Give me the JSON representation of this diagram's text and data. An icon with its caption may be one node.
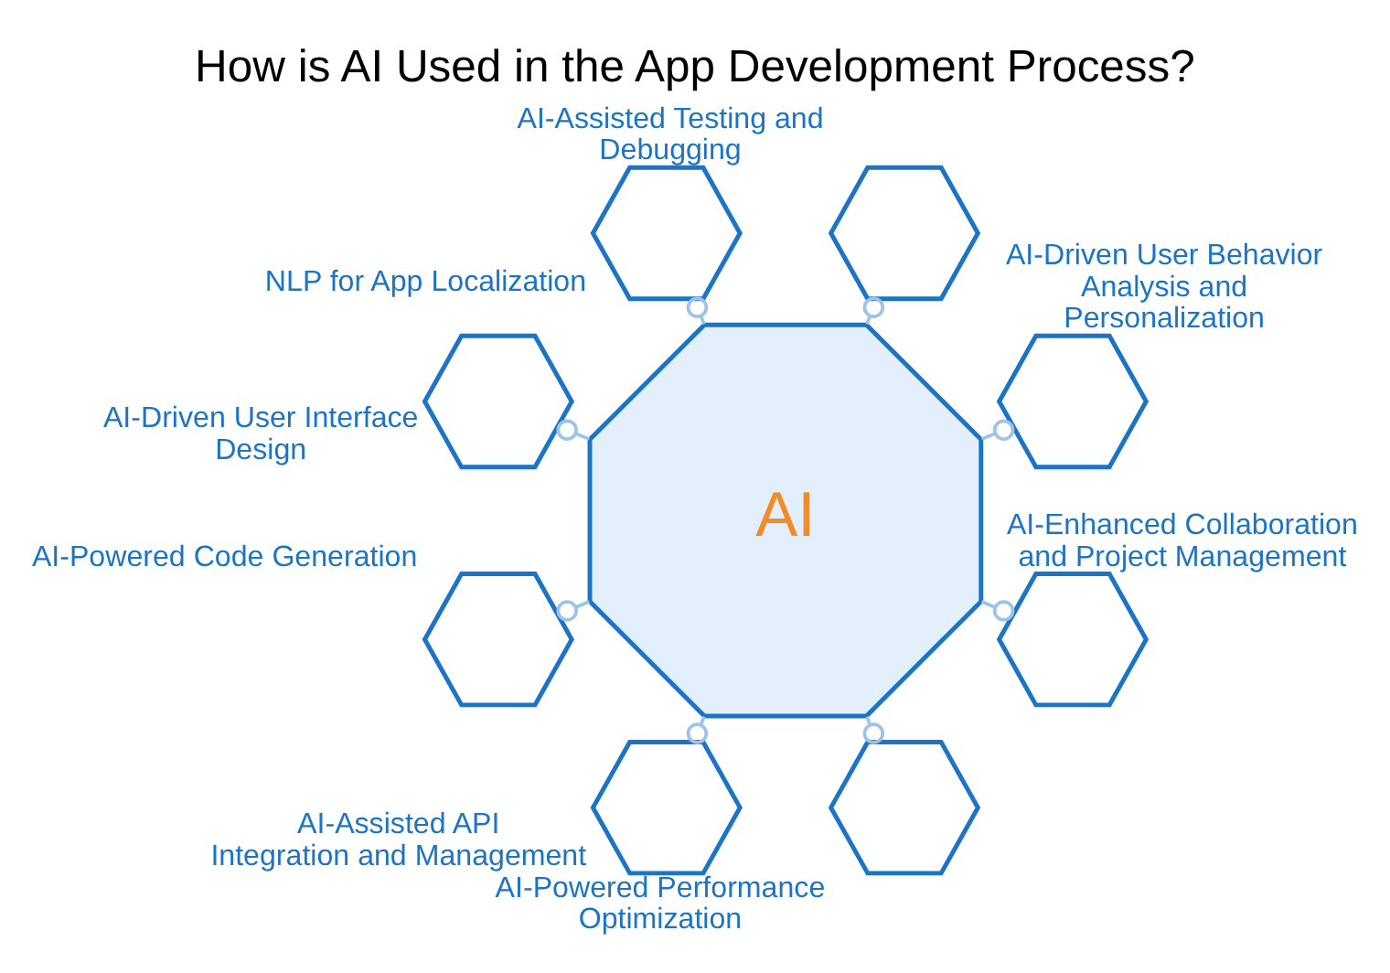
{
  "diagram": {
    "title": "How is AI Used in the App Development Process?",
    "nodes": [
      {
        "text": [
          "AI"
        ]
      },
      {
        "text": [],
        "shape": "hexagon",
        "beside": [
          "AI-Driven User Behavior Analysis and Personalization"
        ]
      },
      {
        "text": [],
        "shape": "hexagon",
        "beside": [
          "AI-Assisted Testing and Debugging"
        ]
      },
      {
        "text": [],
        "shape": "hexagon",
        "beside": [
          "NLP for App Localization"
        ]
      },
      {
        "text": [],
        "shape": "hexagon",
        "beside": [
          "AI-Driven User Interface Design"
        ]
      },
      {
        "text": [],
        "shape": "hexagon",
        "beside": [
          "AI-Powered Code Generation"
        ]
      },
      {
        "text": [],
        "shape": "hexagon",
        "beside": [
          "AI-Assisted API Integration and Management"
        ]
      },
      {
        "text": [],
        "shape": "hexagon",
        "beside": [
          "AI-Powered Performance Optimization"
        ]
      },
      {
        "text": [],
        "shape": "hexagon",
        "beside": [
          "AI-Enhanced Collaboration and Project Management"
        ]
      }
    ],
    "edges": [
      {
        "from": 0,
        "to": 1,
        "arrow": "other"
      },
      {
        "from": 0,
        "to": 3,
        "arrow": "other"
      },
      {
        "from": 0,
        "to": 5,
        "arrow": "other"
      },
      {
        "from": 0,
        "to": 7,
        "arrow": "other"
      },
      {
        "from": 0,
        "to": 8,
        "arrow": "other"
      },
      {
        "from": 0,
        "to": 6,
        "arrow": "other"
      },
      {
        "from": 0,
        "to": 4,
        "arrow": "other"
      },
      {
        "from": 0,
        "to": 2,
        "arrow": "other"
      }
    ]
  }
}
